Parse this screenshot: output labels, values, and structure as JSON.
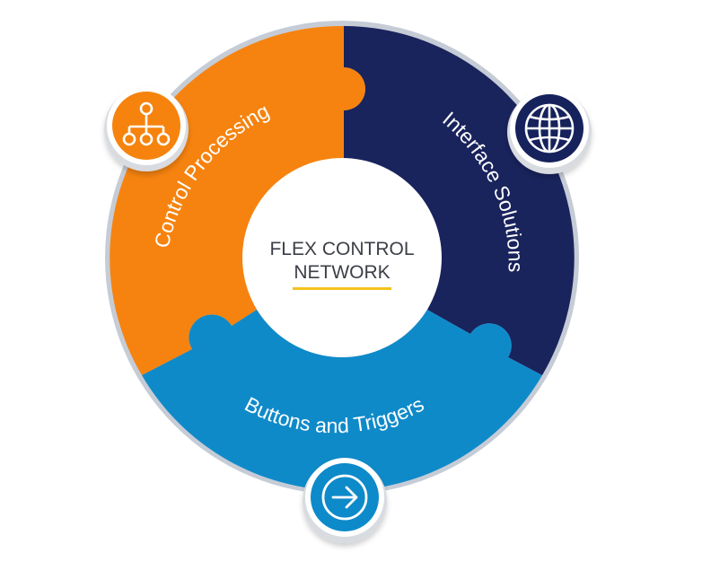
{
  "center": {
    "line1": "FLEX CONTROL",
    "line2": "NETWORK",
    "underline_color": "#f2c21b"
  },
  "segments": [
    {
      "id": "control-processing",
      "label": "Control Processing",
      "color": "#f6830f",
      "icon": "hierarchy-icon"
    },
    {
      "id": "interface-solutions",
      "label": "Interface Solutions",
      "color": "#19235c",
      "icon": "globe-icon"
    },
    {
      "id": "buttons-and-triggers",
      "label": "Buttons and Triggers",
      "color": "#0f8ac9",
      "icon": "arrow-right-icon"
    }
  ],
  "ring_color": "#c6ccd6"
}
